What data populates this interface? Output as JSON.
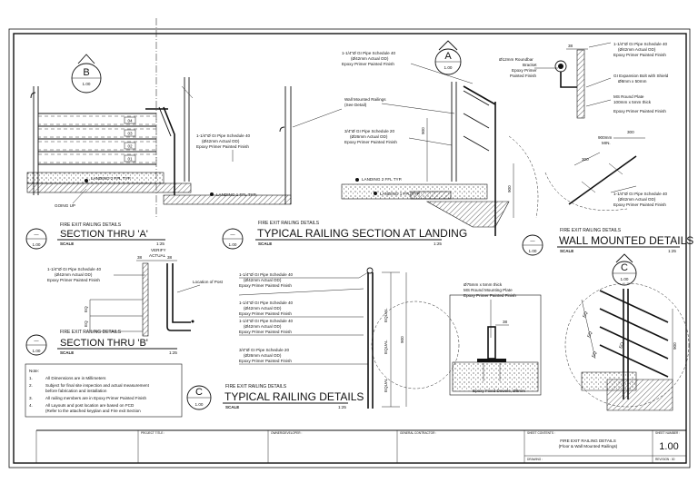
{
  "sheet": {
    "sheet_number": "1.00",
    "sheet_title_line1": "FIRE EXIT RAILING DETAILS",
    "sheet_title_line2": "(Floor & Wall Mounted Railings)"
  },
  "title_block": {
    "project_title": "PROJECT TITLE :",
    "owner": "OWNER/DEVELOPER :",
    "contractor": "GENERAL CONTRACTOR :",
    "sheet_contents": "SHEET CONTENTS :",
    "sheet_number_label": "SHEET NUMBER :",
    "drawing_label": "DRAWING :",
    "revision_label": "REVISION : 00"
  },
  "details": {
    "section_a": {
      "caption": "FIRE EXIT RAILING DETAILS",
      "title": "SECTION THRU 'A'",
      "scale": "SCALE",
      "ratio": "1:25",
      "bubble": "B",
      "bubble_ref": "1.00",
      "going_up": "GOING UP",
      "landing": "LANDING 2 FFL TYP.",
      "steps": [
        "04",
        "03",
        "02",
        "01"
      ]
    },
    "typical_section": {
      "caption": "FIRE EXIT RAILING DETAILS",
      "title": "TYPICAL RAILING SECTION AT LANDING",
      "scale": "SCALE",
      "ratio": "1:25",
      "bubble": "A",
      "bubble_ref": "1.00",
      "pipe_note_1": "1-1/4\"Ø GI Pipe Schedule 40",
      "pipe_note_2": "(Ø42mm Actual OD)",
      "pipe_note_3": "Epoxy Primer Painted Finish",
      "wall_rail_1": "Wall Mounted Railings",
      "wall_rail_2": "(See Detail)",
      "baluster_1": "3/4\"Ø GI Pipe Schedule 20",
      "baluster_2": "(Ø26mm Actual OD)",
      "baluster_3": "Epoxy Primer Painted Finish",
      "landing_2": "LANDING 2 FFL TYP.",
      "landing_1": "LANDING 1 FFL TYP.",
      "landing_1_left": "LANDING 1 FFL TYP.",
      "left_pipe_1": "1-1/4\"Ø GI Pipe Schedule 40",
      "left_pipe_2": "(Ø42mm Actual OD)",
      "left_pipe_3": "Epoxy Primer Painted Finish",
      "dim_900": "900"
    },
    "wall_mounted": {
      "caption": "FIRE EXIT RAILING DETAILS",
      "title": "WALL MOUNTED DETAILS",
      "scale": "SCALE",
      "ratio": "1:25",
      "pipe_1": "1-1/4\"Ø GI Pipe Schedule 40",
      "pipe_2": "(Ø42mm Actual OD)",
      "pipe_3": "Epoxy Primer Painted Finish",
      "bracket_1": "Ø12mm Roundbar",
      "bracket_2": "Bracket",
      "bracket_3": "Epoxy Primer",
      "bracket_4": "Painted Finish",
      "bolt_1": "GI Expansion Bolt with Shield",
      "bolt_2": "Ø8mm x 50mm",
      "plate_1": "MS Round Plate",
      "plate_2": "100mm x 5mm thick",
      "plate_3": "Epoxy Primer Painted Finish",
      "min_1": "900mm",
      "min_2": "MIN.",
      "dim_300a": "300",
      "dim_300b": "300",
      "dim_38": "38",
      "lower_1": "1-1/4\"Ø GI Pipe Schedule 40",
      "lower_2": "(Ø42mm Actual OD)",
      "lower_3": "Epoxy Primer Painted Finish"
    },
    "section_b": {
      "caption": "FIRE EXIT RAILING DETAILS",
      "title": "SECTION THRU 'B'",
      "scale": "SCALE",
      "ratio": "1:25",
      "verify_1": "VERIFY",
      "verify_2": "ACTUAL",
      "pipe_1": "1-1/4\"Ø GI Pipe Schedule 40",
      "pipe_2": "(Ø42mm Actual OD)",
      "pipe_3": "Epoxy Primer Painted Finish",
      "post": "Location of Post",
      "eq": "EQ",
      "dim_38": "38"
    },
    "typical_details": {
      "caption": "FIRE EXIT RAILING DETAILS",
      "title": "TYPICAL RAILING DETAILS",
      "scale": "SCALE",
      "ratio": "1:25",
      "bubble": "C",
      "bubble_ref": "1.00",
      "note_a": [
        "1-1/4\"Ø GI Pipe Schedule 40",
        "(Ø42mm Actual OD)",
        "Epoxy Primer Painted Finish"
      ],
      "note_b": [
        "1-1/4\"Ø GI Pipe Schedule 40",
        "(Ø42mm Actual OD)",
        "Epoxy Primer Painted Finish"
      ],
      "note_c": [
        "1-1/4\"Ø GI Pipe Schedule 40",
        "(Ø42mm Actual OD)",
        "Epoxy Primer Painted Finish"
      ],
      "note_d": [
        "3/4\"Ø GI Pipe Schedule 20",
        "(Ø26mm Actual OD)",
        "Epoxy Primer Painted Finish"
      ],
      "equal": "EQUAL",
      "dim_900": "900",
      "plate_1": "Ø75mm x 5mm thick",
      "plate_2": "MS Round Mounting Plate",
      "plate_3": "Epoxy Primer Painted Finish",
      "dim_38": "38",
      "dowels": "Epoxy Fixed Dowels, Ø8mm",
      "bubble_c": "C",
      "bubble_c_ref": "1.00",
      "eq": "EQ",
      "dim_900b": "900"
    }
  },
  "notes": {
    "heading": "Note:",
    "items": [
      {
        "n": "1.",
        "text": "All Dimensions are in Millimeters"
      },
      {
        "n": "2.",
        "text": "Subject for final site inspection and actual measurement"
      },
      {
        "n": "",
        "text": "before fabrication and installation"
      },
      {
        "n": "3.",
        "text": "All railing members are in Epoxy Primer Painted Finish"
      },
      {
        "n": "4.",
        "text": "All Layouts and post location are based on FCD"
      },
      {
        "n": "",
        "text": "(Refer to the attached keyplan and Fire exit Section"
      }
    ]
  },
  "section_marker": {
    "dash": "—",
    "ref": "1.00"
  }
}
